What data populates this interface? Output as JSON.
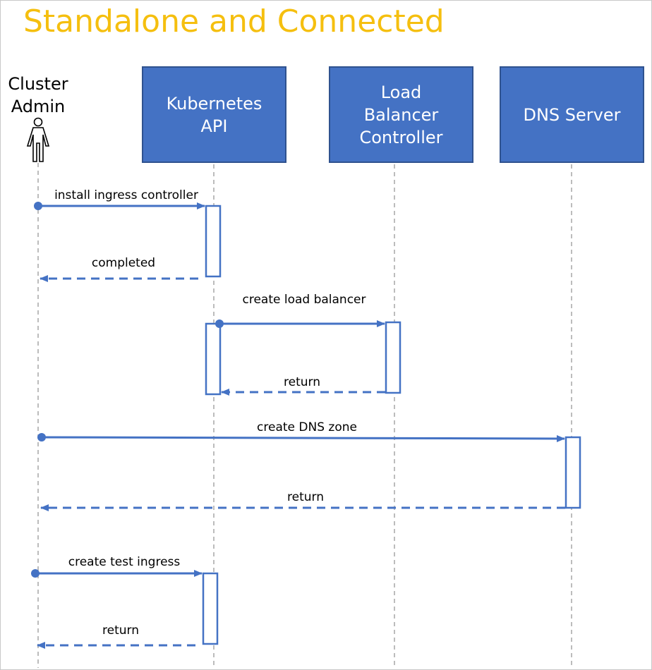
{
  "title": "Standalone and Connected",
  "actor": {
    "label": "Cluster\nAdmin"
  },
  "participants": [
    {
      "id": "k8s",
      "label": "Kubernetes\nAPI"
    },
    {
      "id": "lbc",
      "label": "Load\nBalancer\nController"
    },
    {
      "id": "dns",
      "label": "DNS Server"
    }
  ],
  "messages": [
    {
      "label": "install ingress controller",
      "from": "admin",
      "to": "k8s",
      "kind": "call"
    },
    {
      "label": "completed",
      "from": "k8s",
      "to": "admin",
      "kind": "return"
    },
    {
      "label": "create load balancer",
      "from": "k8s",
      "to": "lbc",
      "kind": "call"
    },
    {
      "label": "return",
      "from": "lbc",
      "to": "k8s",
      "kind": "return"
    },
    {
      "label": "create DNS zone",
      "from": "admin",
      "to": "dns",
      "kind": "call"
    },
    {
      "label": "return",
      "from": "dns",
      "to": "admin",
      "kind": "return"
    },
    {
      "label": "create test ingress",
      "from": "admin",
      "to": "k8s",
      "kind": "call"
    },
    {
      "label": "return",
      "from": "k8s",
      "to": "admin",
      "kind": "return"
    }
  ],
  "colors": {
    "title": "#f5bf0f",
    "box_fill": "#4472c4",
    "box_border": "#2f528f",
    "arrow": "#4472c4",
    "lifeline": "#a6a6a6"
  }
}
